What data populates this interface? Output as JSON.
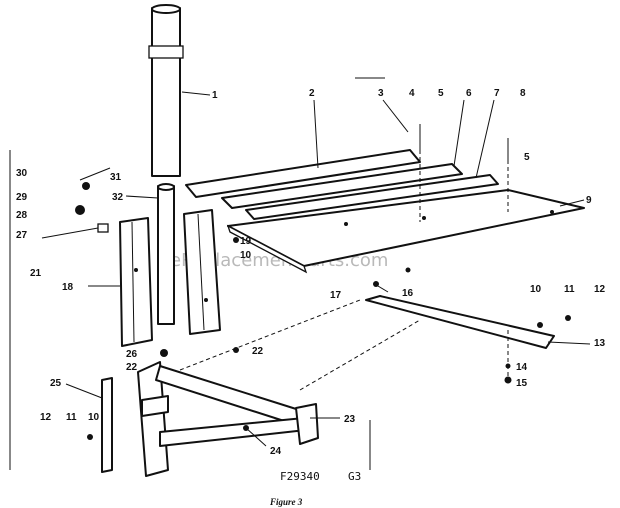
{
  "watermark": "eReplacementParts.com",
  "figure_code": "F29340",
  "figure_code_suffix": "G3",
  "caption": "Figure 3",
  "callouts": {
    "c1": "1",
    "c2": "2",
    "c3": "3",
    "c4": "4",
    "c5a": "5",
    "c5b": "5",
    "c6": "6",
    "c7": "7",
    "c8": "8",
    "c9": "9",
    "c10a": "10",
    "c10b": "10",
    "c10c": "10",
    "c11a": "11",
    "c11b": "11",
    "c12a": "12",
    "c12b": "12",
    "c13": "13",
    "c14": "14",
    "c15": "15",
    "c16": "16",
    "c17": "17",
    "c18": "18",
    "c19": "19",
    "c21": "21",
    "c22a": "22",
    "c22b": "22",
    "c23": "23",
    "c24": "24",
    "c25": "25",
    "c26": "26",
    "c27": "27",
    "c28": "28",
    "c29": "29",
    "c30": "30",
    "c31": "31",
    "c32": "32"
  }
}
